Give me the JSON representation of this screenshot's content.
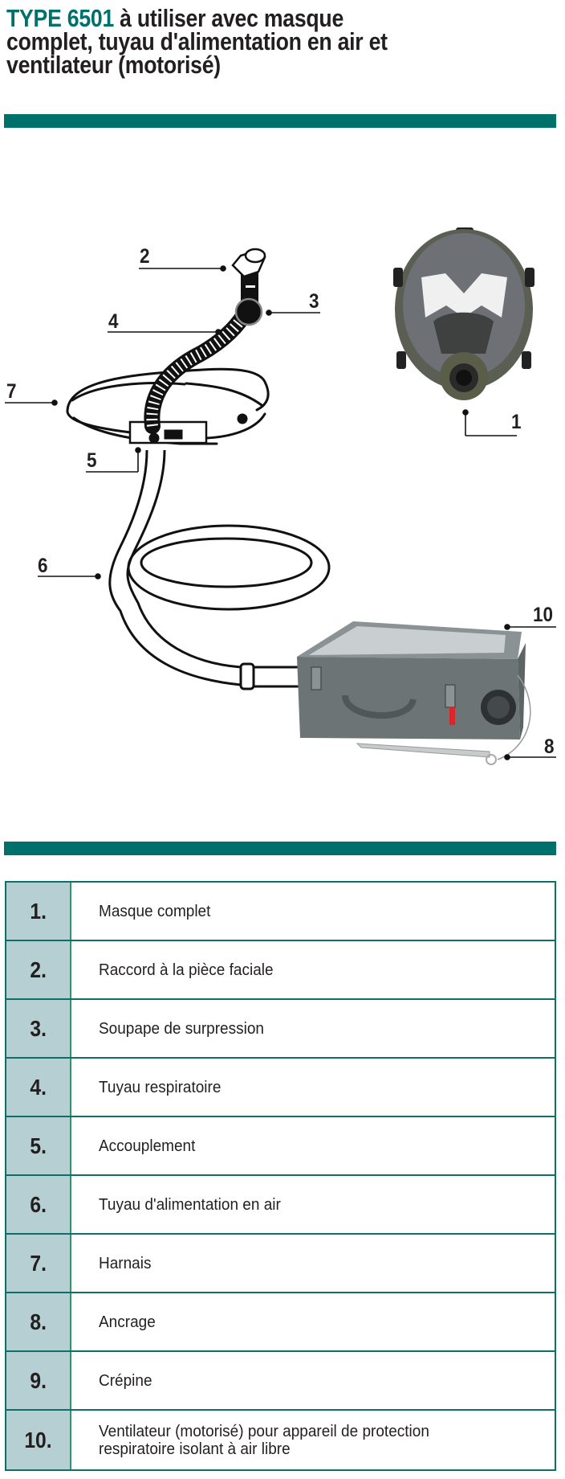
{
  "title": {
    "type_label": "TYPE 6501",
    "line1_rest": " à utiliser avec masque",
    "line2": "complet, tuyau d'alimentation en air et",
    "line3": "ventilateur (motorisé)"
  },
  "colors": {
    "accent": "#00706a",
    "table_number_bg": "#b6cfd2",
    "table_border": "#0e6e68",
    "text": "#231f20"
  },
  "diagram": {
    "callouts": [
      {
        "num": "1",
        "part": "full-face-mask"
      },
      {
        "num": "2",
        "part": "facepiece-connector"
      },
      {
        "num": "3",
        "part": "overpressure-valve"
      },
      {
        "num": "4",
        "part": "breathing-hose"
      },
      {
        "num": "5",
        "part": "coupling"
      },
      {
        "num": "6",
        "part": "air-supply-hose"
      },
      {
        "num": "7",
        "part": "harness"
      },
      {
        "num": "8",
        "part": "anchor"
      },
      {
        "num": "10",
        "part": "motorized-blower"
      }
    ]
  },
  "parts_table": {
    "rows": [
      {
        "num": "1.",
        "label": "Masque complet"
      },
      {
        "num": "2.",
        "label": "Raccord à la pièce faciale"
      },
      {
        "num": "3.",
        "label": "Soupape de surpression"
      },
      {
        "num": "4.",
        "label": "Tuyau respiratoire"
      },
      {
        "num": "5.",
        "label": "Accouplement"
      },
      {
        "num": "6.",
        "label": "Tuyau d'alimentation en air"
      },
      {
        "num": "7.",
        "label": "Harnais"
      },
      {
        "num": "8.",
        "label": "Ancrage"
      },
      {
        "num": "9.",
        "label": "Crépine"
      },
      {
        "num": "10.",
        "label": "Ventilateur (motorisé) pour appareil de protection respiratoire isolant à air libre"
      }
    ]
  }
}
